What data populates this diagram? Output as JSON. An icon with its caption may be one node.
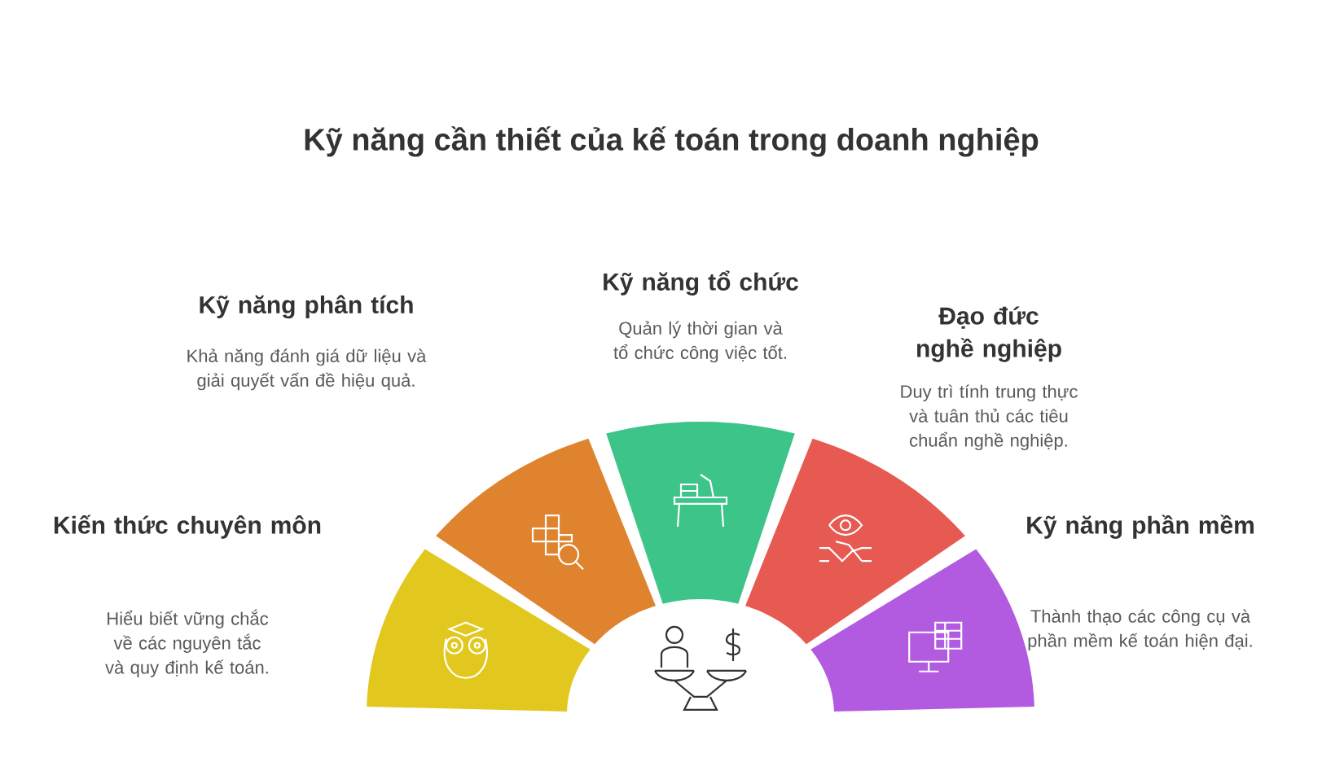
{
  "diagram": {
    "title": "Kỹ năng cần thiết của kế toán trong doanh nghiệp",
    "nodes": [
      {
        "text": [],
        "shape": "sector",
        "beside": [
          "Kiến thức chuyên môn",
          "Hiểu biết vững chắc về các nguyên tắc và quy định kế toán."
        ]
      },
      {
        "text": [],
        "shape": "sector",
        "beside": [
          "Kỹ năng phân tích",
          "Khả năng đánh giá dữ liệu và giải quyết vấn đề hiệu quả."
        ]
      },
      {
        "text": [],
        "shape": "sector",
        "beside": [
          "Kỹ năng tổ chức",
          "Quản lý thời gian và tổ chức công việc tốt."
        ]
      },
      {
        "text": [],
        "shape": "sector",
        "beside": [
          "Đạo đức nghề nghiệp",
          "Duy trì tính trung thực và tuân thủ các tiêu chuẩn nghề nghiệp."
        ]
      },
      {
        "text": [],
        "shape": "sector",
        "beside": [
          "Kỹ năng phần mềm",
          "Thành thạo các công cụ và phần mềm kế toán hiện đại."
        ]
      }
    ]
  }
}
